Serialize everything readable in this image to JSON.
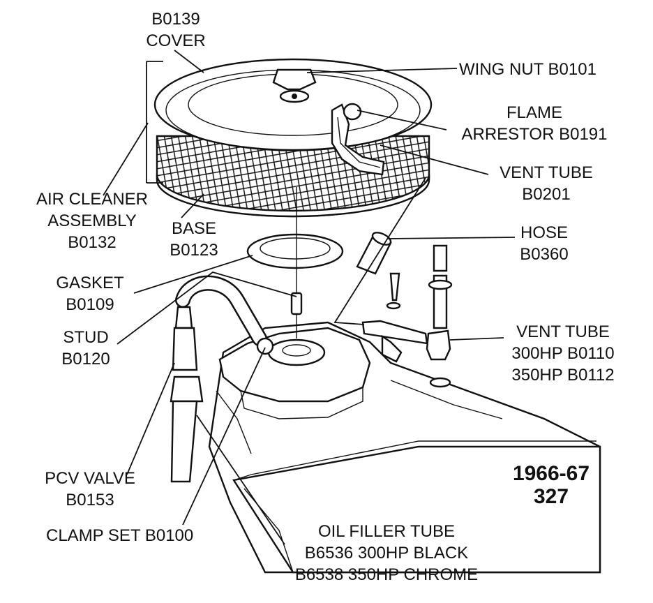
{
  "labels": {
    "cover": [
      "B0139",
      "COVER"
    ],
    "wing_nut": [
      "WING NUT  B0101"
    ],
    "flame_arrestor": [
      "FLAME",
      "ARRESTOR  B0191"
    ],
    "vent_tube_top": [
      "VENT TUBE",
      "B0201"
    ],
    "air_cleaner": [
      "AIR CLEANER",
      "ASSEMBLY",
      "B0132"
    ],
    "base": [
      "BASE",
      "B0123"
    ],
    "hose": [
      "HOSE",
      "B0360"
    ],
    "gasket": [
      "GASKET",
      "B0109"
    ],
    "stud": [
      "STUD",
      "B0120"
    ],
    "vent_tube_lower": [
      "VENT TUBE",
      "300HP B0110",
      "350HP B0112"
    ],
    "pcv_valve": [
      "PCV VALVE",
      "B0153"
    ],
    "clamp_set": [
      "CLAMP SET B0100"
    ],
    "oil_filler": [
      "OIL FILLER TUBE",
      "B6536 300HP BLACK",
      "B6538 350HP CHROME"
    ]
  },
  "year": [
    "1966-67",
    "327"
  ]
}
